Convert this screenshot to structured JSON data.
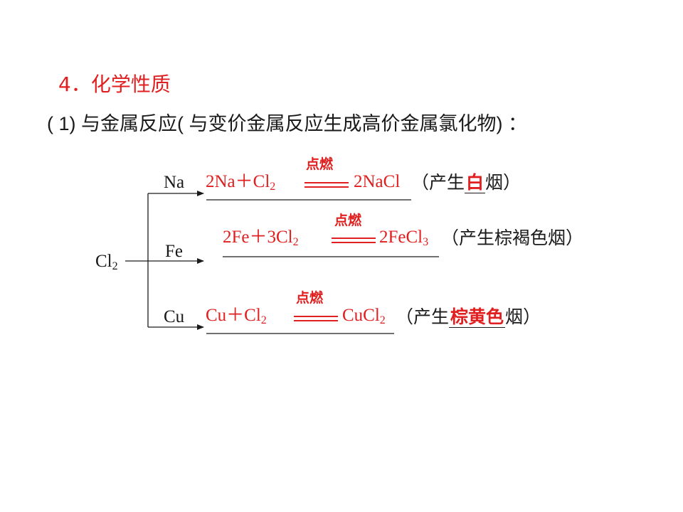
{
  "heading": {
    "number": "4．",
    "title": "化学性质"
  },
  "subheading": "( 1) 与金属反应( 与变价金属反应生成高价金属氯化物) ：",
  "reactant": {
    "symbol": "Cl",
    "subscript": "2"
  },
  "condition": "点燃",
  "branches": [
    {
      "metal": "Na",
      "lhs": "2Na＋Cl",
      "lhs_sub": "2",
      "rhs": "2NaCl",
      "rhs_sub": "",
      "note_prefix": "（产生",
      "fill": "白",
      "note_suffix": "烟）"
    },
    {
      "metal": "Fe",
      "lhs": "2Fe＋3Cl",
      "lhs_sub": "2",
      "rhs": "2FeCl",
      "rhs_sub": "3",
      "note_prefix": "（产生棕褐色烟）",
      "fill": "",
      "note_suffix": ""
    },
    {
      "metal": "Cu",
      "lhs": "Cu＋Cl",
      "lhs_sub": "2",
      "rhs": "CuCl",
      "rhs_sub": "2",
      "note_prefix": "（产生",
      "fill": "棕黄色",
      "note_suffix": "烟）"
    }
  ],
  "colors": {
    "accent": "#e02020",
    "text": "#1a1a1a"
  }
}
